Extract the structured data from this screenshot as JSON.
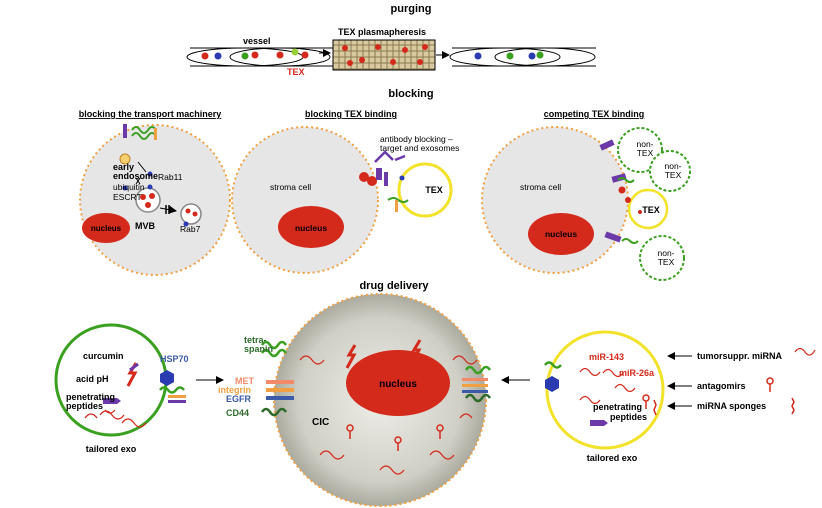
{
  "sections": {
    "purging": "purging",
    "blocking": "blocking",
    "drug_delivery": "drug delivery"
  },
  "purging": {
    "vessel_label": "vessel",
    "tex_label": "TEX",
    "plasmapheresis_label": "TEX plasmapheresis"
  },
  "blocking": {
    "transport": {
      "heading": "blocking the transport machinery",
      "early_endosome": [
        "early",
        "endosome"
      ],
      "ubiquitin": "ubiquitin",
      "escrt": "ESCRT",
      "rab11": "Rab11",
      "rab7": "Rab7",
      "mvb": "MVB",
      "nucleus": "nucleus"
    },
    "binding": {
      "heading": "blocking TEX binding",
      "antibody": [
        "antibody blocking –",
        "target and exosomes"
      ],
      "stroma": "stroma cell",
      "nucleus": "nucleus",
      "tex": "TEX"
    },
    "competing": {
      "heading": "competing TEX binding",
      "stroma": "stroma cell",
      "nucleus": "nucleus",
      "non_tex_1": [
        "non-",
        "TEX"
      ],
      "non_tex_2": [
        "non-",
        "TEX"
      ],
      "tex": "TEX",
      "non_tex_3": [
        "non-",
        "TEX"
      ]
    }
  },
  "delivery": {
    "left_exo": {
      "curcumin": "curcumin",
      "acid_ph": "acid pH",
      "penetrating": [
        "penetrating",
        "peptides"
      ],
      "hsp70": "HSP70",
      "caption": "tailored exo"
    },
    "cic": {
      "tetraspanin": [
        "tetra-",
        "spanin"
      ],
      "met": "MET",
      "integrin": "integrin",
      "egfr": "EGFR",
      "cd44": "CD44",
      "cic": "CIC",
      "nucleus": "nucleus"
    },
    "right_exo": {
      "mir143": "miR-143",
      "mir26a": "miR-26a",
      "penetrating": [
        "penetrating",
        "peptides"
      ],
      "caption": "tailored exo"
    },
    "legend": {
      "tumorsuppr": "tumorsuppr. miRNA",
      "antagomirs": "antagomirs",
      "sponges": "miRNA sponges"
    }
  },
  "colors": {
    "nucleus_red": "#d42a1c",
    "membrane_orange": "#f0a040",
    "exo_green": "#3aa020",
    "exo_yellow": "#f2e22a",
    "receptor_purple": "#6b3aa8",
    "hsp_blue": "#3b5aa8"
  }
}
